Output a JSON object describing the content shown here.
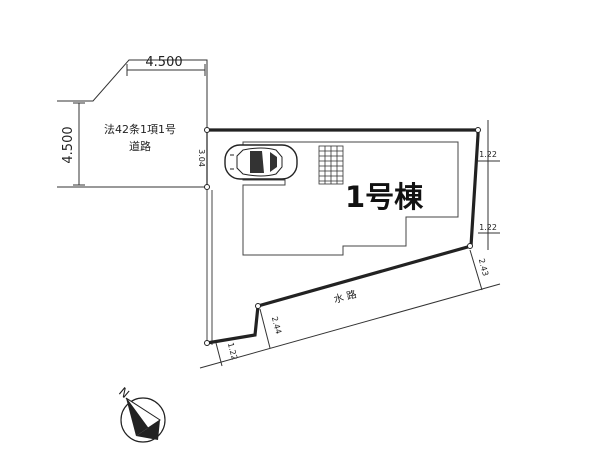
{
  "road": {
    "dim_top": "4.500",
    "dim_left": "4.500",
    "label_line1": "法42条1項1号",
    "label_line2": "道路"
  },
  "dims": {
    "frontage": "3.04",
    "right_top": "1.22",
    "right_bottom": "1.22",
    "waterway_right": "2.43",
    "waterway_left": "2.44",
    "bottom_left": "1.22"
  },
  "building": {
    "label": "1号棟"
  },
  "waterway": {
    "label": "水 路"
  },
  "compass": {
    "north_label": "N"
  }
}
